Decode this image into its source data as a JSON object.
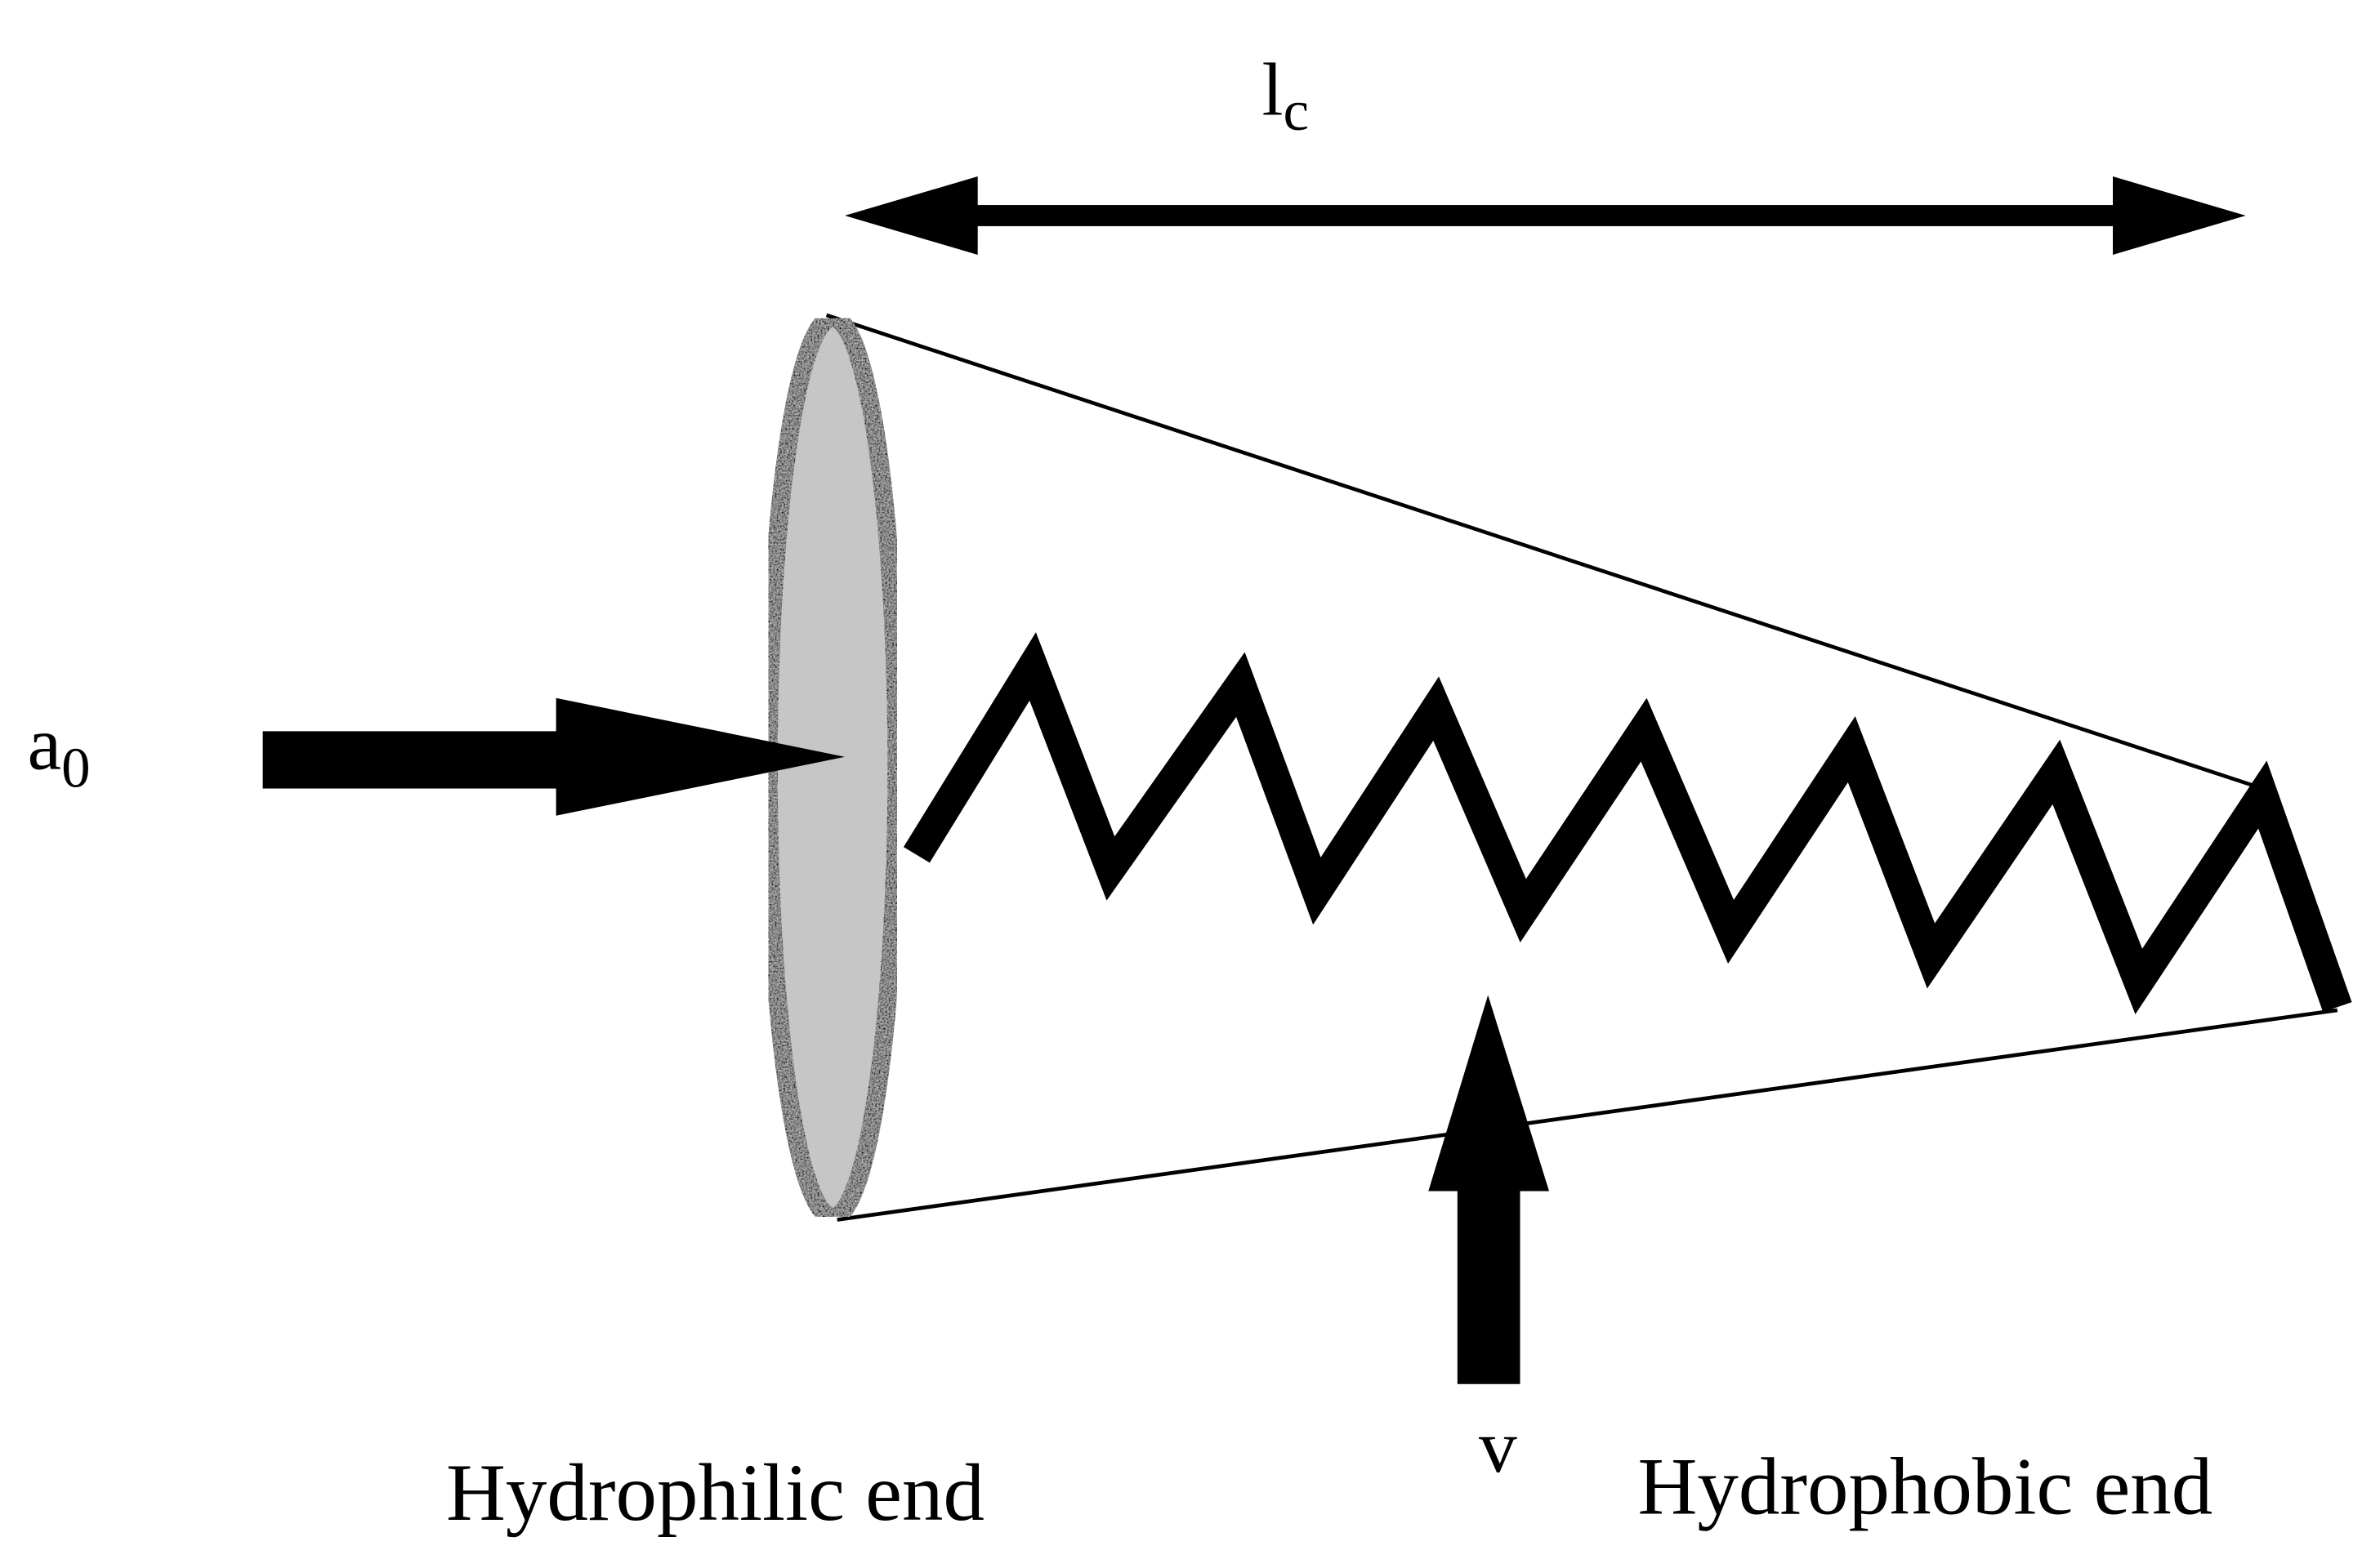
{
  "labels": {
    "length_symbol": "l",
    "length_subscript": "c",
    "area_symbol": "a",
    "area_subscript": "0",
    "volume_symbol": "v",
    "hydrophilic": "Hydrophilic end",
    "hydrophobic": "Hydrophobic end"
  },
  "colors": {
    "ink": "#000000",
    "head_fill": "#c8c8c8",
    "background": "#ffffff"
  }
}
